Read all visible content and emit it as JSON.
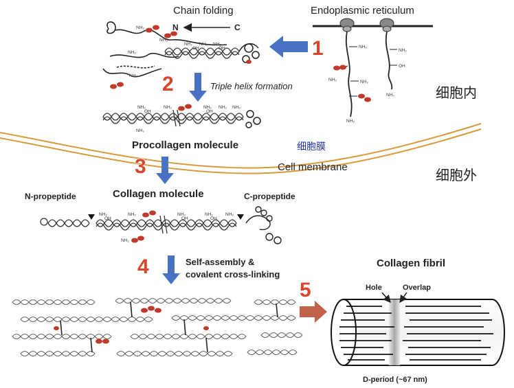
{
  "labels": {
    "chain_folding": "Chain folding",
    "er": "Endoplasmic reticulum",
    "n": "N",
    "c": "C",
    "triple_helix": "Triple helix formation",
    "procollagen": "Procollagen molecule",
    "membrane_cn": "细胞膜",
    "membrane_en": "Cell membrane",
    "inside_cn": "细胞内",
    "outside_cn": "细胞外",
    "n_propeptide": "N-propeptide",
    "collagen_molecule": "Collagen molecule",
    "c_propeptide": "C-propeptide",
    "self_assembly_1": "Self-assembly &",
    "self_assembly_2": "covalent cross-linking",
    "fibril": "Collagen fibril",
    "hole": "Hole",
    "overlap": "Overlap",
    "d_period": "D-period (~67 nm)",
    "nh2": "NH₂",
    "oh": "OH"
  },
  "steps": [
    "1",
    "2",
    "3",
    "4",
    "5"
  ],
  "colors": {
    "arrow_blue": "#4a72c4",
    "step_red": "#d9462b",
    "membrane": "#d99a3c",
    "glyco": "#c0392b",
    "arrow5": "#c0624a"
  }
}
